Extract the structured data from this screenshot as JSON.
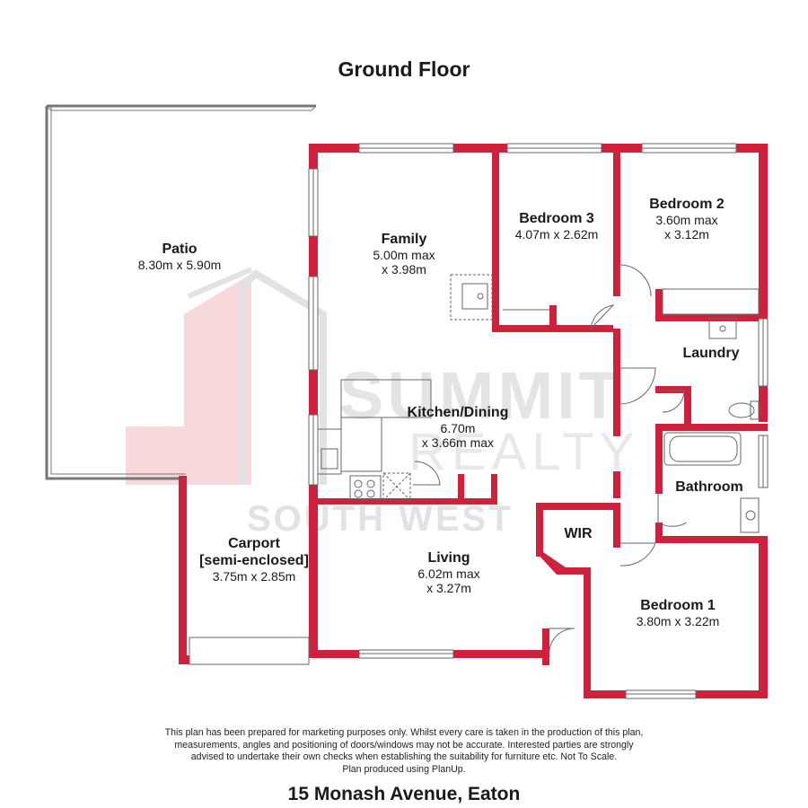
{
  "floor_title": "Ground Floor",
  "address": "15 Monash Avenue, Eaton",
  "disclaimer": [
    "This plan has been prepared for marketing purposes only. Whilst every care is taken in the production of this plan,",
    "measurements, angles and positioning of doors/windows may not be accurate. Interested parties are strongly",
    "advised to undertake their own checks when establishing the suitability for furniture etc. Not To Scale.",
    "Plan produced using PlanUp."
  ],
  "watermark": {
    "line1": "SUMMIT",
    "line2": "REALTY",
    "line3": "SOUTH WEST"
  },
  "rooms": {
    "patio": {
      "name": "Patio",
      "dims": [
        "8.30m x 5.90m"
      ]
    },
    "family": {
      "name": "Family",
      "dims": [
        "5.00m max",
        "x 3.98m"
      ]
    },
    "bedroom3": {
      "name": "Bedroom 3",
      "dims": [
        "4.07m x 2.62m"
      ]
    },
    "bedroom2": {
      "name": "Bedroom 2",
      "dims": [
        "3.60m max",
        "x 3.12m"
      ]
    },
    "laundry": {
      "name": "Laundry",
      "dims": []
    },
    "kitchen": {
      "name": "Kitchen/Dining",
      "dims": [
        "6.70m",
        "x 3.66m max"
      ]
    },
    "bathroom": {
      "name": "Bathroom",
      "dims": []
    },
    "wir": {
      "name": "WIR",
      "dims": []
    },
    "carport": {
      "name": "Carport",
      "name2": "[semi-enclosed]",
      "dims": [
        "3.75m x 2.85m"
      ]
    },
    "living": {
      "name": "Living",
      "dims": [
        "6.02m max",
        "x 3.27m"
      ]
    },
    "bedroom1": {
      "name": "Bedroom 1",
      "dims": [
        "3.80m x 3.22m"
      ]
    }
  },
  "colors": {
    "wall": "#d1203c",
    "watermark_pink": "#f6d3d6",
    "watermark_grey": "#d9d9d9",
    "line": "#555555"
  }
}
